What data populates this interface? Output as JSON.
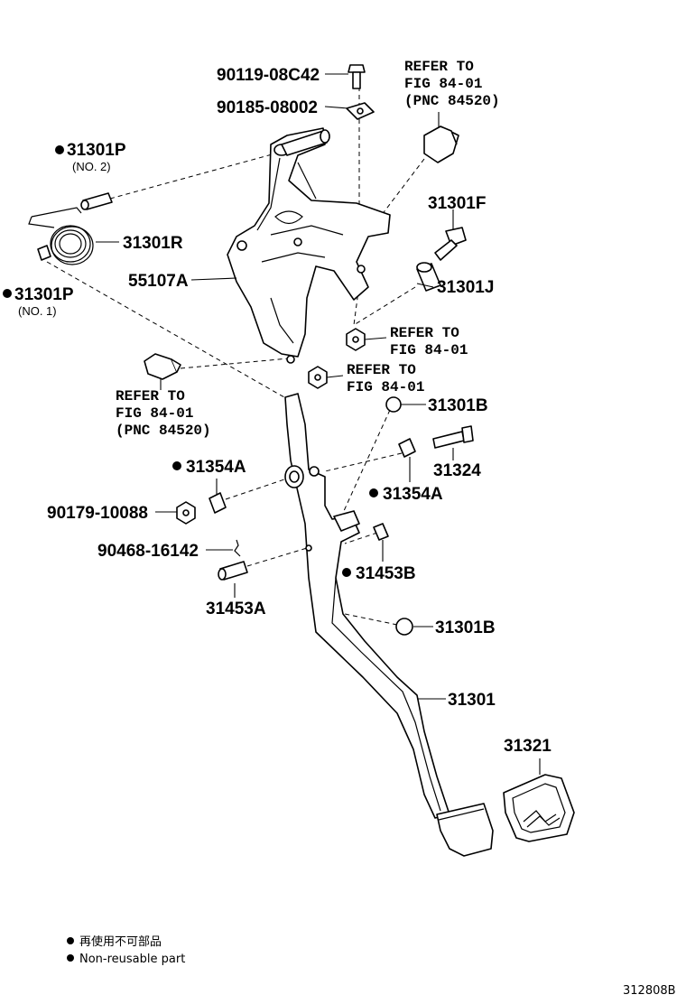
{
  "labels": {
    "p90119": "90119-08C42",
    "p90185": "90185-08002",
    "ref_top_1": "REFER TO",
    "ref_top_2": "FIG 84-01",
    "ref_top_3": "(PNC 84520)",
    "p31301P2": "31301P",
    "p31301P2_sub": "(NO. 2)",
    "p31301R": "31301R",
    "p31301F": "31301F",
    "p55107A": "55107A",
    "p31301J": "31301J",
    "p31301P1": "31301P",
    "p31301P1_sub": "(NO. 1)",
    "ref_mid1_1": "REFER TO",
    "ref_mid1_2": "FIG 84-01",
    "ref_mid2_1": "REFER TO",
    "ref_mid2_2": "FIG 84-01",
    "ref_left_1": "REFER TO",
    "ref_left_2": "FIG 84-01",
    "ref_left_3": "(PNC 84520)",
    "p31301B_a": "31301B",
    "p31324": "31324",
    "p31354A_l": "31354A",
    "p31354A_r": "31354A",
    "p90179": "90179-10088",
    "p90468": "90468-16142",
    "p31453B": "31453B",
    "p31453A": "31453A",
    "p31301B_b": "31301B",
    "p31301": "31301",
    "p31321": "31321"
  },
  "legend": {
    "line1": "再使用不可部品",
    "line2": "Non-reusable part"
  },
  "figure_id": "312808B"
}
